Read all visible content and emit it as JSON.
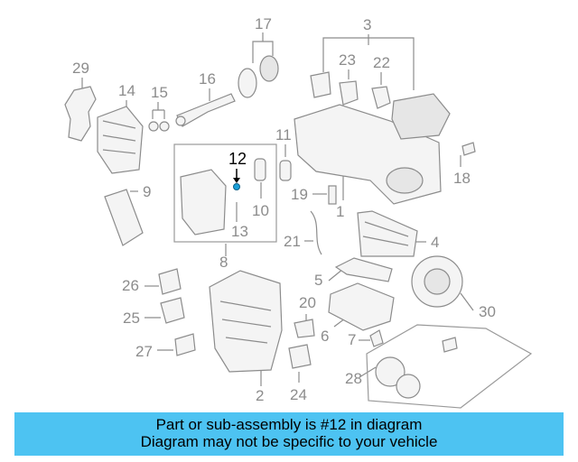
{
  "diagram": {
    "highlighted_callout": "12",
    "callouts": [
      "1",
      "2",
      "3",
      "4",
      "5",
      "6",
      "7",
      "8",
      "9",
      "10",
      "11",
      "13",
      "14",
      "15",
      "16",
      "17",
      "18",
      "19",
      "20",
      "21",
      "22",
      "23",
      "24",
      "25",
      "26",
      "27",
      "28",
      "29",
      "30"
    ],
    "highlight_color": "#1a9fd8"
  },
  "caption": {
    "line1": "Part or sub-assembly is #12 in diagram",
    "line2": "Diagram may not be specific to your vehicle",
    "background": "#4dc3f2"
  }
}
